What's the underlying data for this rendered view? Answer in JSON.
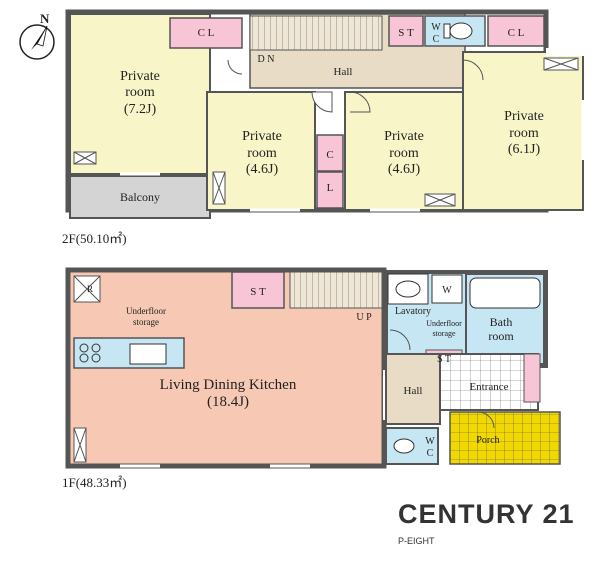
{
  "floor2": {
    "caption": "2F(50.10㎡)",
    "rooms": {
      "room1_name": "Private",
      "room1_name2": "room",
      "room1_size": "(7.2J)",
      "room2_name": "Private",
      "room2_name2": "room",
      "room2_size": "(4.6J)",
      "room3_name": "Private",
      "room3_name2": "room",
      "room3_size": "(4.6J)",
      "room4_name": "Private",
      "room4_name2": "room",
      "room4_size": "(6.1J)",
      "hall": "Hall",
      "balcony": "Balcony",
      "closet": "C L",
      "closet_small": "C",
      "closet_small2": "L",
      "storage": "S T",
      "wc": "W",
      "wc2": "C",
      "stairs_down": "D N"
    }
  },
  "floor1": {
    "caption": "1F(48.33㎡)",
    "rooms": {
      "ldk": "Living Dining Kitchen",
      "ldk_size": "(18.4J)",
      "underfloor1": "Underfloor",
      "underfloor1b": "storage",
      "underfloor2": "Underfloor",
      "underfloor2b": "storage",
      "storage": "S T",
      "storage2": "S T",
      "stairs_up": "U P",
      "lavatory": "Lavatory",
      "washer": "W",
      "bath": "Bath",
      "bath2": "room",
      "hall": "Hall",
      "entrance": "Entrance",
      "porch": "Porch",
      "wc": "W",
      "wc2": "C",
      "fridge": "R"
    }
  },
  "compass_label": "N",
  "brand": {
    "name": "CENTURY 21",
    "sub": "P-EIGHT"
  },
  "colors": {
    "private_room": "#f8f6c8",
    "closet": "#f7c5d6",
    "hall": "#e8dcc7",
    "balcony": "#d4d4d4",
    "ldk": "#f7c9b4",
    "wet_area": "#c6e6f3",
    "porch": "#f0d800",
    "wall": "#555555"
  }
}
